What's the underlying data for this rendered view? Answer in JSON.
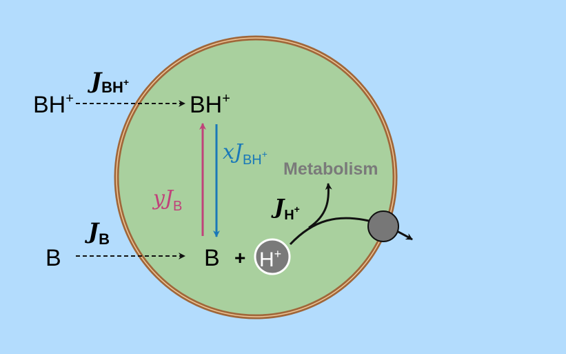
{
  "colors": {
    "background": "#b3dcfd",
    "cell_fill": "#a9d09e",
    "membrane": "#a0673a",
    "membrane_inner": "#f0c89a",
    "pink": "#c0427a",
    "blue": "#1a78b8",
    "gray_text": "#7a7a7a",
    "transporter": "#777777"
  },
  "species": {
    "bh_outside": {
      "base": "BH",
      "sup": "+"
    },
    "bh_inside": {
      "base": "BH",
      "sup": "+"
    },
    "b_outside": "B",
    "b_inside": "B",
    "plus": "+",
    "proton": {
      "base": "H",
      "sup": "+"
    }
  },
  "fluxes": {
    "j_bh": {
      "symbol": "J",
      "sub": "BH",
      "sub_sup": "+"
    },
    "j_b": {
      "symbol": "J",
      "sub": "B"
    },
    "x_j_bh": {
      "coef": "x",
      "symbol": "J",
      "sub": "BH",
      "sub_sup": "+"
    },
    "y_j_b": {
      "coef": "y",
      "symbol": "J",
      "sub": "B"
    },
    "j_h": {
      "symbol": "J",
      "sub": "H",
      "sub_sup": "+"
    }
  },
  "labels": {
    "metabolism": "Metabolism"
  },
  "icons": [
    "transporter-icon"
  ]
}
